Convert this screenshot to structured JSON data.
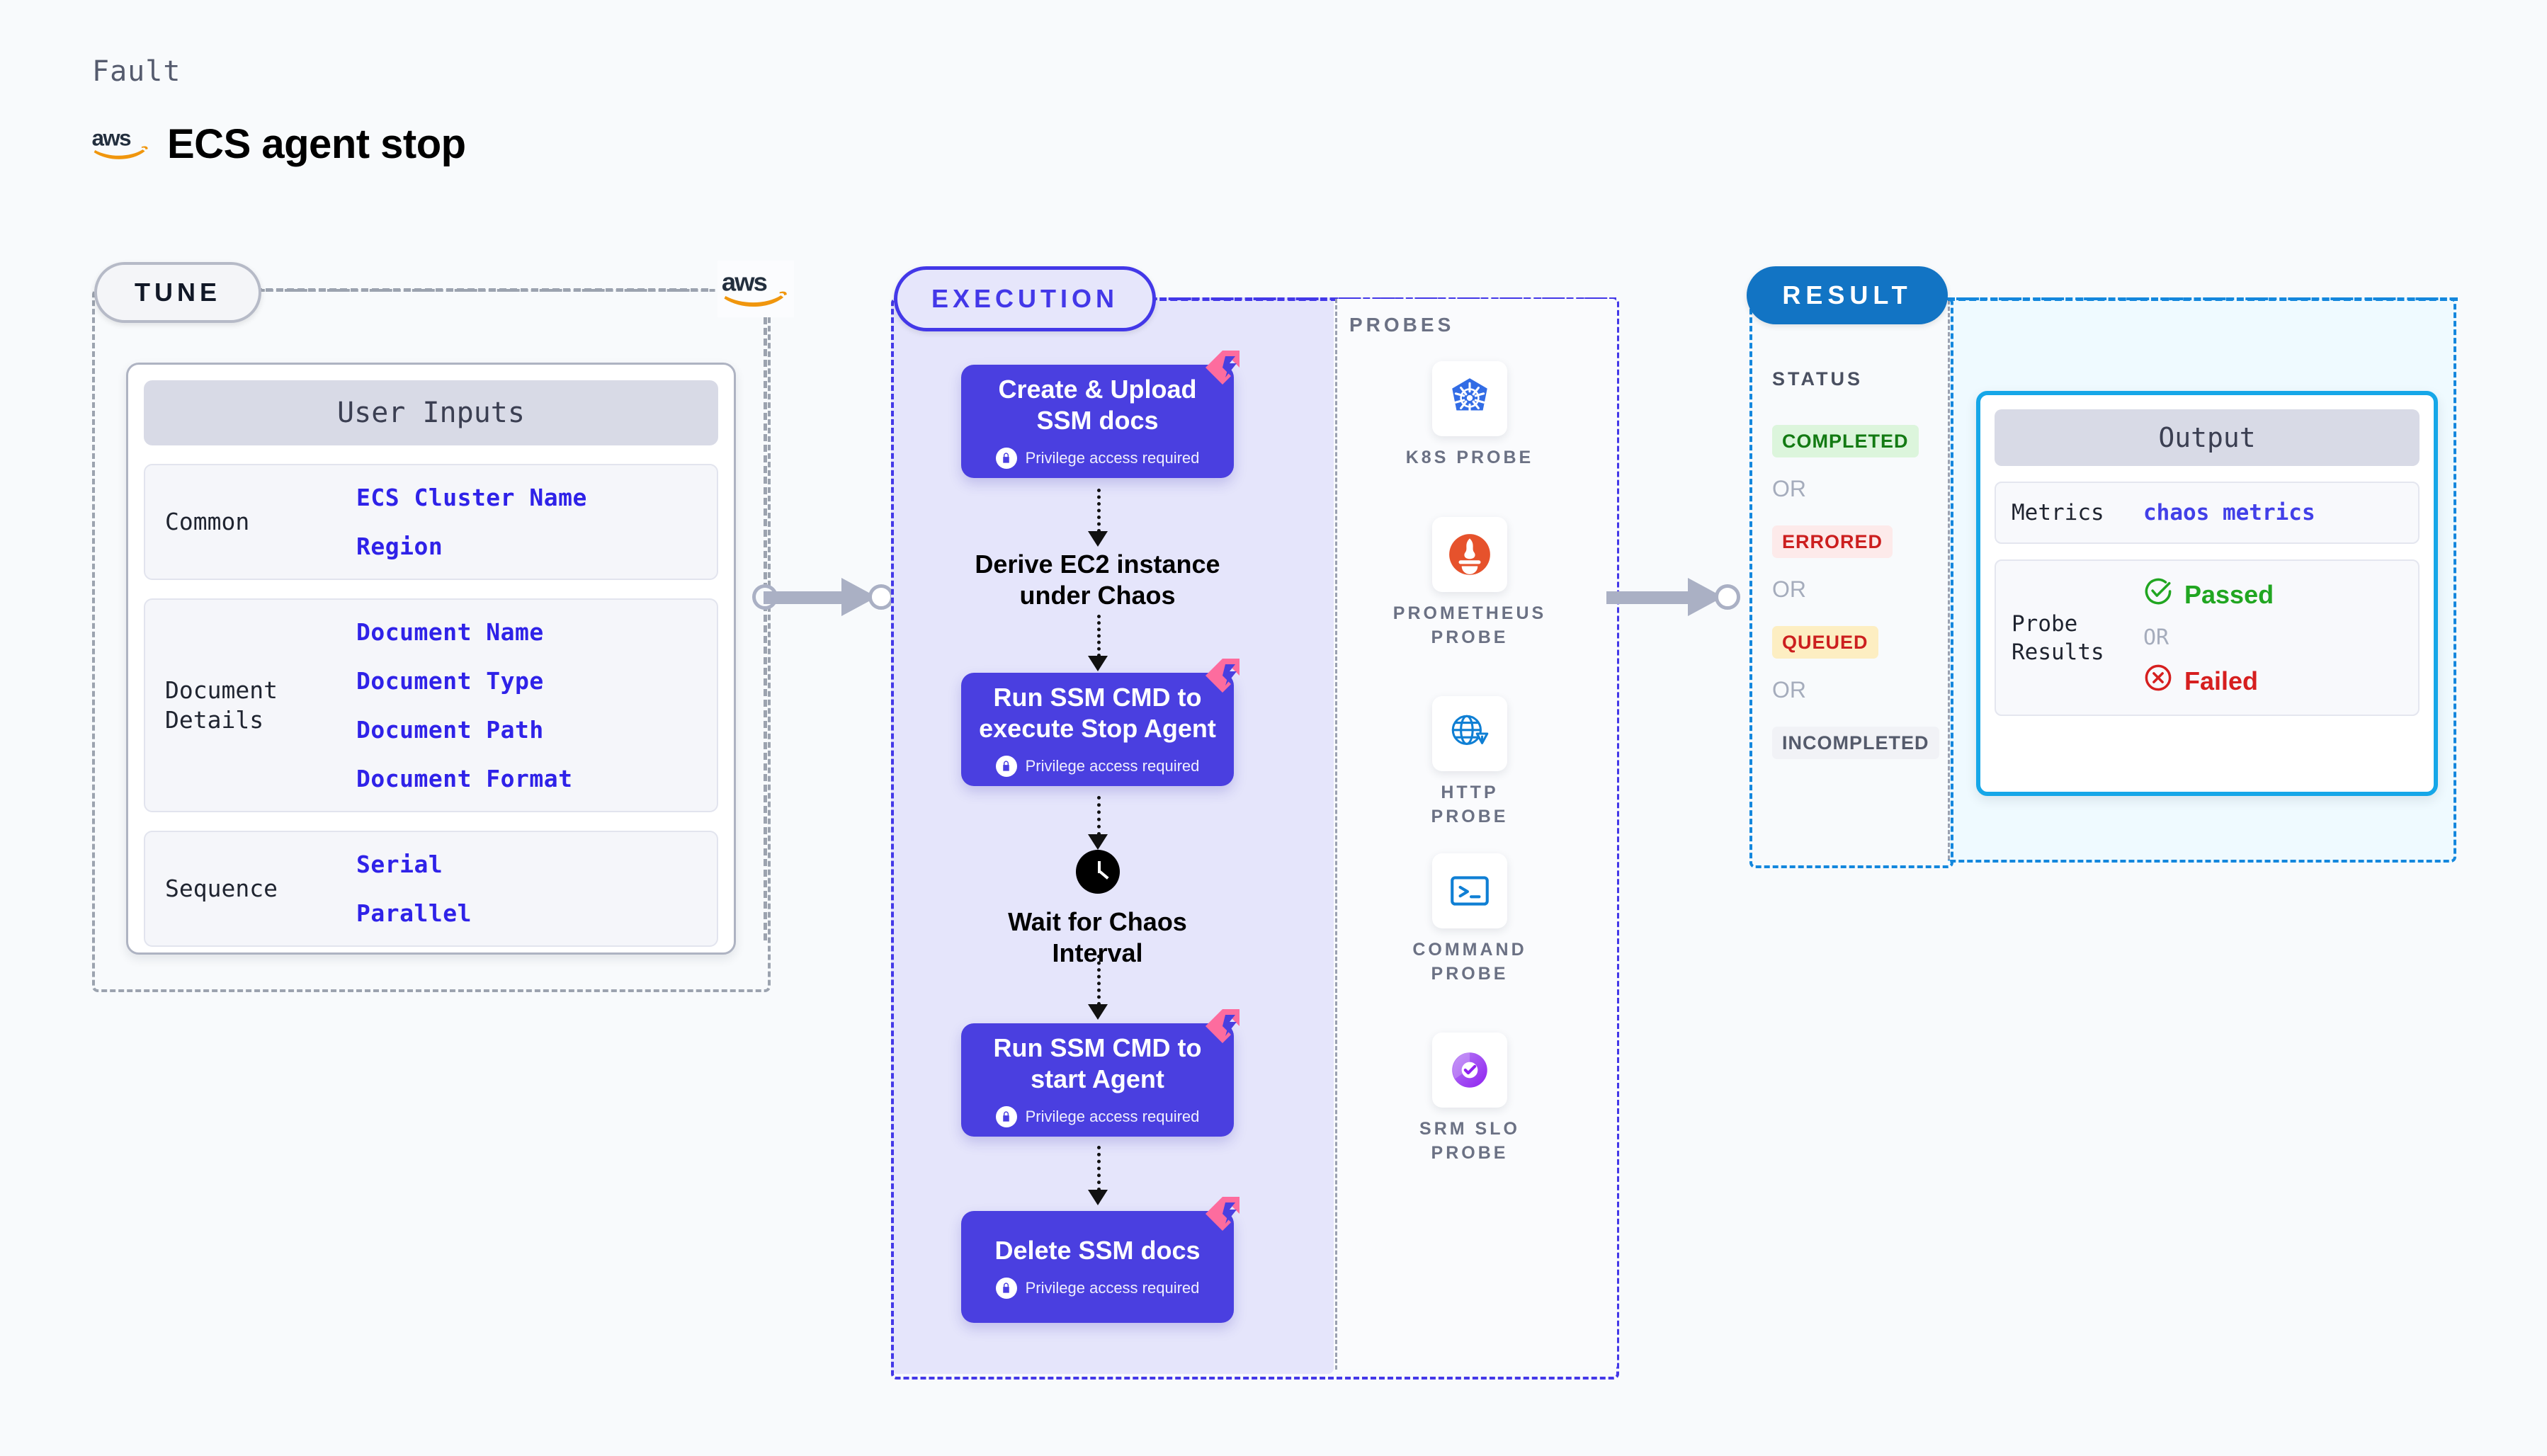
{
  "header": {
    "kicker": "Fault",
    "title": "ECS agent stop",
    "logo_icon": "aws-logo-icon"
  },
  "stages": {
    "tune": {
      "label": "TUNE",
      "provider_icon": "aws-logo-icon"
    },
    "execution": {
      "label": "EXECUTION"
    },
    "result": {
      "label": "RESULT"
    }
  },
  "tune": {
    "card_title": "User Inputs",
    "rows": [
      {
        "label": "Common",
        "values": [
          "ECS Cluster Name",
          "Region"
        ]
      },
      {
        "label": "Document\nDetails",
        "label_line1": "Document",
        "label_line2": "Details",
        "values": [
          "Document Name",
          "Document Type",
          "Document Path",
          "Document Format"
        ]
      },
      {
        "label": "Sequence",
        "values": [
          "Serial",
          "Parallel"
        ]
      }
    ]
  },
  "execution": {
    "privilege_note": "Privilege access required",
    "lock_icon": "lock-icon",
    "badge_icon": "litmus-chaos-icon",
    "clock_icon": "clock-icon",
    "nodes": [
      {
        "type": "task",
        "title_line1": "Create & Upload",
        "title_line2": "SSM docs",
        "privileged": true
      },
      {
        "type": "plain",
        "title_line1": "Derive EC2 instance",
        "title_line2": "under Chaos"
      },
      {
        "type": "task",
        "title_line1": "Run SSM CMD to",
        "title_line2": "execute Stop Agent",
        "privileged": true
      },
      {
        "type": "plain-clock",
        "title_line1": "Wait for Chaos",
        "title_line2": "Interval"
      },
      {
        "type": "task",
        "title_line1": "Run SSM CMD to",
        "title_line2": "start Agent",
        "privileged": true
      },
      {
        "type": "task",
        "title_line1": "Delete SSM docs",
        "title_line2": "",
        "privileged": true
      }
    ]
  },
  "probes": {
    "title": "PROBES",
    "items": [
      {
        "label_line1": "K8S PROBE",
        "label_line2": "",
        "icon": "kubernetes-icon"
      },
      {
        "label_line1": "PROMETHEUS",
        "label_line2": "PROBE",
        "icon": "prometheus-icon"
      },
      {
        "label_line1": "HTTP PROBE",
        "label_line2": "",
        "icon": "http-globe-icon"
      },
      {
        "label_line1": "COMMAND",
        "label_line2": "PROBE",
        "icon": "terminal-icon"
      },
      {
        "label_line1": "SRM SLO",
        "label_line2": "PROBE",
        "icon": "srm-slo-icon"
      }
    ]
  },
  "result": {
    "status_title": "STATUS",
    "or_label": "OR",
    "statuses": [
      {
        "label": "COMPLETED",
        "bg": "#dcf5dc",
        "fg": "#137a13"
      },
      {
        "label": "ERRORED",
        "bg": "#fdeaea",
        "fg": "#cc1f1f"
      },
      {
        "label": "QUEUED",
        "bg": "#fdeec2",
        "fg": "#cc1f1f"
      },
      {
        "label": "INCOMPLETED",
        "bg": "#f1f2f6",
        "fg": "#545a6b"
      }
    ],
    "output": {
      "card_title": "Output",
      "metrics_label": "Metrics",
      "metrics_value": "chaos metrics",
      "probe_results_label_line1": "Probe",
      "probe_results_label_line2": "Results",
      "passed_label": "Passed",
      "failed_label": "Failed",
      "or_label": "OR",
      "passed_icon": "check-circle-icon",
      "failed_icon": "x-circle-icon"
    }
  },
  "colors": {
    "exec_purple": "#4a3fe0",
    "result_blue": "#1274c4",
    "output_border": "#16a7e8",
    "tune_grey": "#9ca3af",
    "aws_orange": "#f0960d",
    "litmus_pink": "#fd6c9e"
  }
}
